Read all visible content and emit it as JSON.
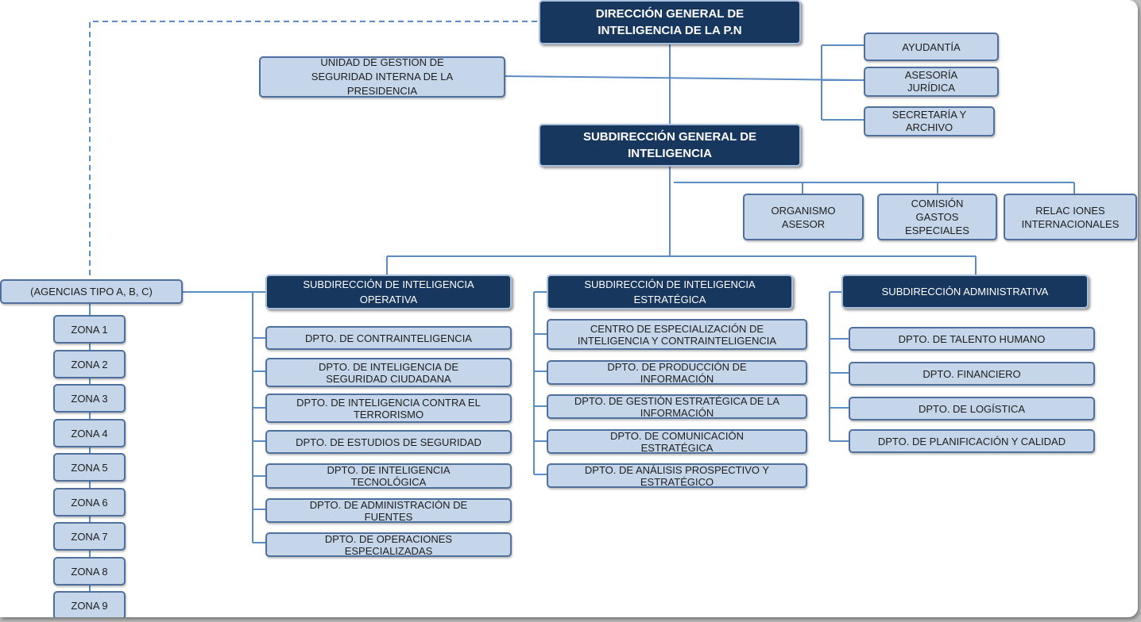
{
  "colors": {
    "dark_box": "#17375e",
    "light_box": "#c5d5ea",
    "box_border": "#4f6f9c",
    "connector": "#5b8cc4"
  },
  "top": {
    "direccion": "DIRECCIÓN GENERAL DE\nINTELIGENCIA DE LA P.N",
    "unidad": "UNIDAD DE GESTIÓN DE\nSEGURIDAD INTERNA DE LA\nPRESIDENCIA",
    "ayudantia": "AYUDANTÍA",
    "asesoria": "ASESORÍA\nJURÍDICA",
    "secretaria": "SECRETARÍA Y\nARCHIVO"
  },
  "sub_general": {
    "title": "SUBDIRECCIÓN GENERAL DE\nINTELIGENCIA",
    "organismo": "ORGANISMO\nASESOR",
    "comision": "COMISIÓN\nGASTOS\nESPECIALES",
    "relaciones": "RELAC IONES\nINTERNACIONALES"
  },
  "agencias": {
    "label": "(AGENCIAS TIPO A, B, C)",
    "zones": [
      "ZONA 1",
      "ZONA 2",
      "ZONA 3",
      "ZONA 4",
      "ZONA 5",
      "ZONA 6",
      "ZONA 7",
      "ZONA 8",
      "ZONA 9"
    ]
  },
  "operativa": {
    "title": "SUBDIRECCIÓN  DE INTELIGENCIA\nOPERATIVA",
    "depts": [
      "DPTO. DE CONTRAINTELIGENCIA",
      "DPTO.  DE INTELIGENCIA DE\nSEGURIDAD CIUDADANA",
      "DPTO.  DE INTELIGENCIA CONTRA EL\nTERRORISMO",
      "DPTO. DE ESTUDIOS DE SEGURIDAD",
      "DPTO. DE  INTELIGENCIA\nTECNOLÓGICA",
      "DPTO. DE  ADMINISTRACIÓN DE\nFUENTES",
      "DPTO. DE OPERACIONES\nESPECIALIZADAS"
    ]
  },
  "estrategica": {
    "title": "SUBDIRECCIÓN  DE INTELIGENCIA\nESTRATÉGICA",
    "depts": [
      "CENTRO DE ESPECIALIZACIÓN DE\nINTELIGENCIA Y CONTRAINTELIGENCIA",
      "DPTO. DE  PRODUCCIÓN DE\nINFORMACIÓN",
      "DPTO. DE GESTIÓN ESTRATÉGICA DE LA\nINFORMACIÓN",
      "DPTO. DE  COMUNICACIÓN\nESTRATÉGICA",
      "DPTO. DE ANÁLISIS PROSPECTIVO Y\nESTRATÉGICO"
    ]
  },
  "administrativa": {
    "title": "SUBDIRECCIÓN  ADMINISTRATIVA",
    "depts": [
      "DPTO. DE TALENTO HUMANO",
      "DPTO. FINANCIERO",
      "DPTO. DE LOGÍSTICA",
      "DPTO. DE  PLANIFICACIÓN Y CALIDAD"
    ]
  }
}
